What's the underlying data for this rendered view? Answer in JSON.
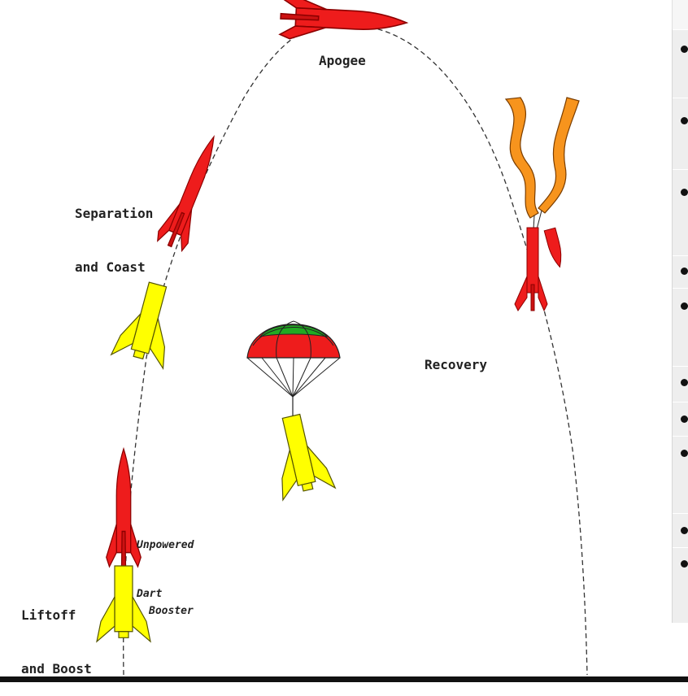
{
  "labels": {
    "apogee": "Apogee",
    "separation_line1": "Separation",
    "separation_line2": "and Coast",
    "recovery": "Recovery",
    "unpowered_line1": "Unpowered",
    "unpowered_line2": "Dart",
    "liftoff_line1": "Liftoff",
    "liftoff_line2": "and Boost",
    "booster": "Booster"
  },
  "colors": {
    "dart": "#ee1c1c",
    "booster": "#ffff00",
    "streamer": "#f7941d",
    "parachute_green": "#22aa22",
    "parachute_red": "#ee1c1c",
    "trajectory": "#333333"
  },
  "side_panel": {
    "bullet_count": 10
  }
}
